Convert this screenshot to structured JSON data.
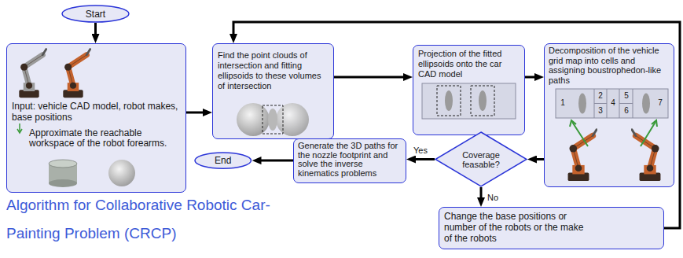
{
  "diagram": {
    "title": "Algorithm for Collaborative Robotic Car-Painting Problem (CRCP)",
    "nodes": [
      {
        "text": [
          "Start"
        ]
      },
      {
        "text": [
          "Input: vehicle CAD model, robot makes, base positions",
          "Approximate the reachable workspace of the robot forearms."
        ]
      },
      {
        "text": [
          "Find the point clouds of intersection and fitting ellipsoids to these volumes of intersection"
        ]
      },
      {
        "text": [
          "Projection of the fitted ellipsoids onto the car CAD model"
        ]
      },
      {
        "text": [
          "Decomposition of the vehicle grid map into cells and assigning boustrophedon-like paths"
        ]
      },
      {
        "text": [
          "Coverage feasable?"
        ]
      },
      {
        "text": [
          "Generate the 3D paths for the nozzle footprint and solve the inverse kinematics problems"
        ]
      },
      {
        "text": [
          "End"
        ]
      },
      {
        "text": [
          "Change the base positions or number of the robots or the make of the robots"
        ]
      }
    ],
    "edges": [
      {
        "from": 0,
        "to": 1,
        "arrow": "to"
      },
      {
        "from": 1,
        "to": 2,
        "arrow": "to"
      },
      {
        "from": 2,
        "to": 3,
        "arrow": "to"
      },
      {
        "from": 3,
        "to": 4,
        "arrow": "to"
      },
      {
        "from": 4,
        "to": 5,
        "arrow": "to"
      },
      {
        "from": 5,
        "to": 6,
        "label": "Yes",
        "arrow": "to"
      },
      {
        "from": 6,
        "to": 7,
        "arrow": "to"
      },
      {
        "from": 5,
        "to": 8,
        "label": "No",
        "arrow": "to"
      },
      {
        "from": 8,
        "to": 2,
        "arrow": "to"
      }
    ],
    "labels": [
      "1",
      "2",
      "3",
      "4",
      "5",
      "6",
      "7"
    ]
  }
}
